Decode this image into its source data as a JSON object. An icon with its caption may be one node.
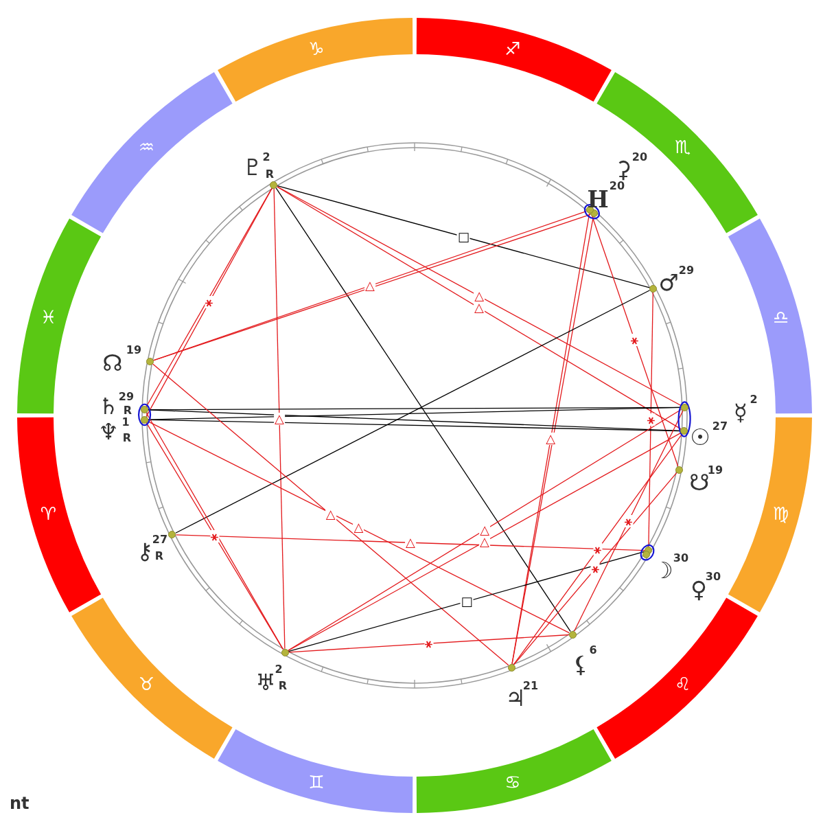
{
  "diagram": {
    "nodes": [
      {
        "text": [
          "♑"
        ]
      },
      {
        "text": [
          "♐"
        ]
      },
      {
        "text": [
          "♏"
        ]
      },
      {
        "text": [
          "♎"
        ]
      },
      {
        "text": [
          "♍"
        ]
      },
      {
        "text": [
          "♌"
        ]
      },
      {
        "text": [
          "♋"
        ]
      },
      {
        "text": [
          "♊"
        ]
      },
      {
        "text": [
          "♉"
        ]
      },
      {
        "text": [
          "♈"
        ]
      },
      {
        "text": [
          "♓"
        ]
      },
      {
        "text": [
          "♒"
        ]
      },
      {
        "text": [],
        "shape": "circle",
        "beside": [
          "♇",
          "2",
          "R"
        ]
      },
      {
        "text": [],
        "shape": "circle",
        "beside": [
          "⚳",
          "20"
        ]
      },
      {
        "text": [],
        "shape": "circle",
        "beside": [
          "H",
          "20"
        ]
      },
      {
        "text": [],
        "shape": "circle",
        "beside": [
          "♂",
          "29"
        ]
      },
      {
        "text": [],
        "shape": "circle",
        "beside": [
          "☿",
          "2"
        ]
      },
      {
        "text": [],
        "shape": "circle",
        "beside": [
          "☉",
          "27"
        ]
      },
      {
        "text": [],
        "shape": "circle",
        "beside": [
          "☋",
          "19"
        ]
      },
      {
        "text": [],
        "shape": "circle",
        "beside": [
          "☽",
          "30"
        ]
      },
      {
        "text": [],
        "shape": "circle",
        "beside": [
          "♀",
          "30"
        ]
      },
      {
        "text": [],
        "shape": "circle",
        "beside": [
          "⚸",
          "6"
        ]
      },
      {
        "text": [],
        "shape": "circle",
        "beside": [
          "♃",
          "21"
        ]
      },
      {
        "text": [],
        "shape": "circle",
        "beside": [
          "♅",
          "2",
          "R"
        ]
      },
      {
        "text": [],
        "shape": "circle",
        "beside": [
          "⚷",
          "27",
          "R"
        ]
      },
      {
        "text": [],
        "shape": "circle",
        "beside": [
          "♆",
          "1",
          "R"
        ]
      },
      {
        "text": [],
        "shape": "circle",
        "beside": [
          "♄",
          "29",
          "R"
        ]
      },
      {
        "text": [],
        "shape": "circle",
        "beside": [
          "☊",
          "19"
        ]
      }
    ],
    "edges": [
      {
        "from": 12,
        "to": 15,
        "arrow": "none",
        "label": "□",
        "color": "#000000"
      },
      {
        "from": 12,
        "to": 21,
        "arrow": "none",
        "color": "#000000"
      },
      {
        "from": 12,
        "to": 26,
        "arrow": "none"
      },
      {
        "from": 12,
        "to": 25,
        "arrow": "none",
        "label": "⚹"
      },
      {
        "from": 12,
        "to": 23,
        "arrow": "none",
        "label": "△"
      },
      {
        "from": 12,
        "to": 16,
        "arrow": "none",
        "label": "△"
      },
      {
        "from": 12,
        "to": 17,
        "arrow": "none",
        "label": "△"
      },
      {
        "from": 13,
        "to": 27,
        "arrow": "none"
      },
      {
        "from": 14,
        "to": 27,
        "arrow": "none",
        "label": "△"
      },
      {
        "from": 13,
        "to": 22,
        "arrow": "none"
      },
      {
        "from": 14,
        "to": 22,
        "arrow": "none",
        "label": "△"
      },
      {
        "from": 14,
        "to": 18,
        "arrow": "none",
        "label": "⚹"
      },
      {
        "from": 15,
        "to": 19,
        "arrow": "none",
        "label": "⚹"
      },
      {
        "from": 15,
        "to": 24,
        "arrow": "none",
        "color": "#000000"
      },
      {
        "from": 26,
        "to": 16,
        "arrow": "none",
        "color": "#000000"
      },
      {
        "from": 26,
        "to": 17,
        "arrow": "none",
        "color": "#000000"
      },
      {
        "from": 25,
        "to": 16,
        "arrow": "none",
        "color": "#000000"
      },
      {
        "from": 25,
        "to": 17,
        "arrow": "none",
        "color": "#000000"
      },
      {
        "from": 26,
        "to": 23,
        "arrow": "none"
      },
      {
        "from": 25,
        "to": 23,
        "arrow": "none",
        "label": "⚹"
      },
      {
        "from": 25,
        "to": 21,
        "arrow": "none",
        "label": "△"
      },
      {
        "from": 27,
        "to": 22,
        "arrow": "none",
        "label": "△"
      },
      {
        "from": 24,
        "to": 19,
        "arrow": "none",
        "label": "△"
      },
      {
        "from": 23,
        "to": 16,
        "arrow": "none",
        "label": "△"
      },
      {
        "from": 23,
        "to": 17,
        "arrow": "none",
        "label": "△"
      },
      {
        "from": 23,
        "to": 19,
        "arrow": "none",
        "label": "□",
        "color": "#000000"
      },
      {
        "from": 23,
        "to": 21,
        "arrow": "none",
        "label": "⚹"
      },
      {
        "from": 21,
        "to": 16,
        "arrow": "none",
        "label": "⚹"
      },
      {
        "from": 22,
        "to": 17,
        "arrow": "none",
        "label": "⚹"
      },
      {
        "from": 22,
        "to": 18,
        "arrow": "none",
        "label": "⚹"
      }
    ],
    "labels": [
      "nt"
    ]
  }
}
